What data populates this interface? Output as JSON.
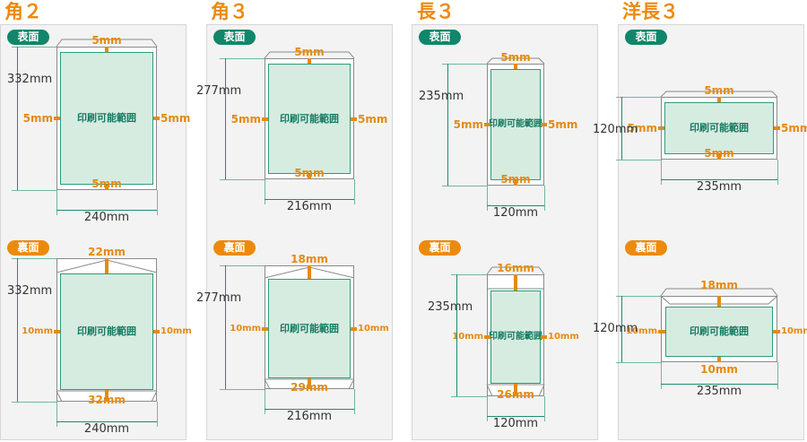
{
  "printable_label": "印刷可能範囲",
  "colors": {
    "front_badge": "#10866a",
    "back_badge": "#ec8a0c",
    "margin": "#e48a12",
    "dimension": "#137b61",
    "printable_fill": "#d6ece0"
  },
  "panels": [
    {
      "title": "角２",
      "front": {
        "label": "表面",
        "height": "332mm",
        "width": "240mm",
        "top": "5mm",
        "bottom": "5mm",
        "left": "5mm",
        "right": "5mm"
      },
      "back": {
        "label": "裏面",
        "height": "332mm",
        "width": "240mm",
        "top": "22mm",
        "bottom": "32mm",
        "left": "10mm",
        "right": "10mm"
      }
    },
    {
      "title": "角３",
      "front": {
        "label": "表面",
        "height": "277mm",
        "width": "216mm",
        "top": "5mm",
        "bottom": "5mm",
        "left": "5mm",
        "right": "5mm"
      },
      "back": {
        "label": "裏面",
        "height": "277mm",
        "width": "216mm",
        "top": "18mm",
        "bottom": "29mm",
        "left": "10mm",
        "right": "10mm"
      }
    },
    {
      "title": "長３",
      "front": {
        "label": "表面",
        "height": "235mm",
        "width": "120mm",
        "top": "5mm",
        "bottom": "5mm",
        "left": "5mm",
        "right": "5mm"
      },
      "back": {
        "label": "裏面",
        "height": "235mm",
        "width": "120mm",
        "top": "16mm",
        "bottom": "26mm",
        "left": "10mm",
        "right": "10mm"
      }
    },
    {
      "title": "洋長３",
      "front": {
        "label": "表面",
        "height": "120mm",
        "width": "235mm",
        "top": "5mm",
        "bottom": "5mm",
        "left": "5mm",
        "right": "5mm"
      },
      "back": {
        "label": "裏面",
        "height": "120mm",
        "width": "235mm",
        "top": "18mm",
        "bottom": "10mm",
        "left": "10mm",
        "right": "10mm"
      }
    }
  ]
}
